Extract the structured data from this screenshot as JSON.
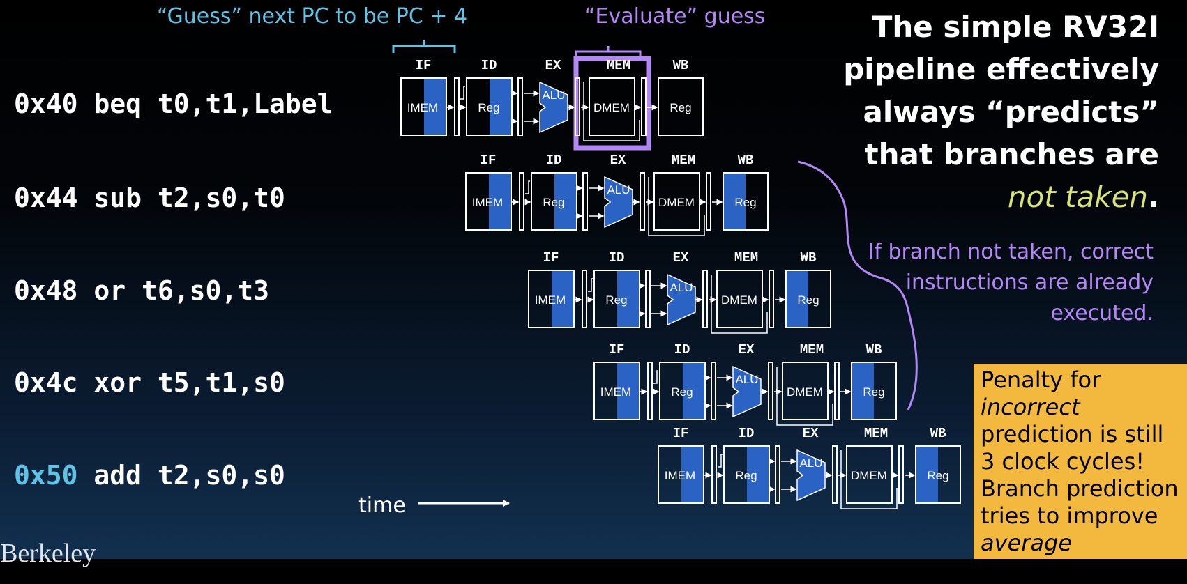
{
  "instructions": [
    {
      "addr": "0x40",
      "text": " beq t0,t1,Label"
    },
    {
      "addr": "0x44",
      "text": " sub t2,s0,t0"
    },
    {
      "addr": "0x48",
      "text": " or t6,s0,t3"
    },
    {
      "addr": "0x4c",
      "text": " xor t5,t1,s0"
    },
    {
      "addr": "0x50",
      "text": " add t2,s0,s0"
    }
  ],
  "annotations": {
    "guess": "“Guess” next PC to be PC + 4",
    "evaluate": "“Evaluate” guess",
    "time": "time",
    "branch_note": "If branch not taken, correct instructions are already executed."
  },
  "title": {
    "text": "The simple RV32I pipeline effectively always “predicts” that branches are",
    "emphasis": "not taken",
    "end": "."
  },
  "penalty": {
    "p1": "Penalty for ",
    "i1": "incorrect",
    "p2": " prediction is still 3 clock cycles! Branch prediction tries to improve ",
    "i2": "average performance",
    "p3": "."
  },
  "stages": [
    "IF",
    "ID",
    "EX",
    "MEM",
    "WB"
  ],
  "blocks": {
    "imem": "IMEM",
    "reg": "Reg",
    "alu": "ALU",
    "dmem": "DMEM"
  },
  "logo": "Berkeley",
  "colors": {
    "cyan": "#5fc3e8",
    "purple": "#b387f5",
    "blue_fill": "#2b63c4",
    "yellow_text": "#d8e37b",
    "penalty_bg": "#f2b93e"
  }
}
